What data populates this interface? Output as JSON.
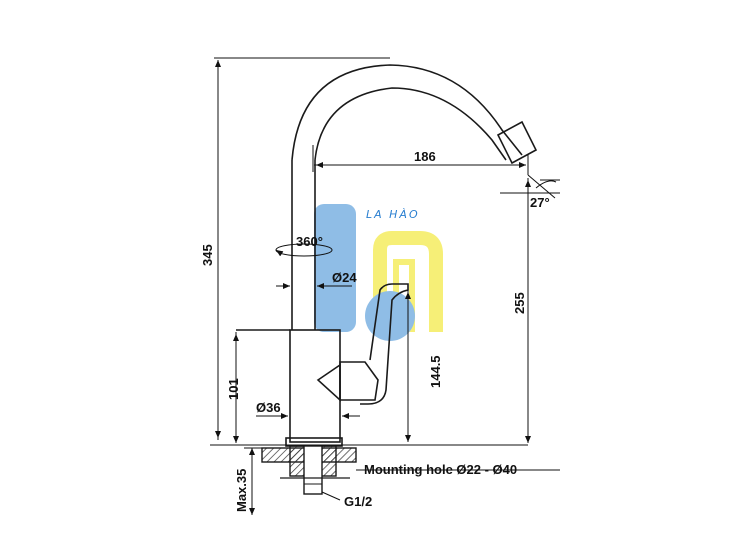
{
  "brand": {
    "name": "LA HÀO",
    "colors": {
      "blue": "#8fbde6",
      "yellow": "#f6ef77",
      "text": "#2a7fd0"
    }
  },
  "dimensions": {
    "total_height": "345",
    "spout_reach": "186",
    "spout_angle": "27°",
    "spout_height": "255",
    "rotation": "360°",
    "pipe_diameter": "Ø24",
    "lever_height": "144.5",
    "body_height": "101",
    "base_diameter": "Ø36",
    "max_thickness": "Max.35",
    "mounting_hole": "Mounting hole Ø22 - Ø40",
    "thread": "G1/2"
  },
  "colors": {
    "line": "#1a1a1a",
    "hatch": "#444444"
  }
}
